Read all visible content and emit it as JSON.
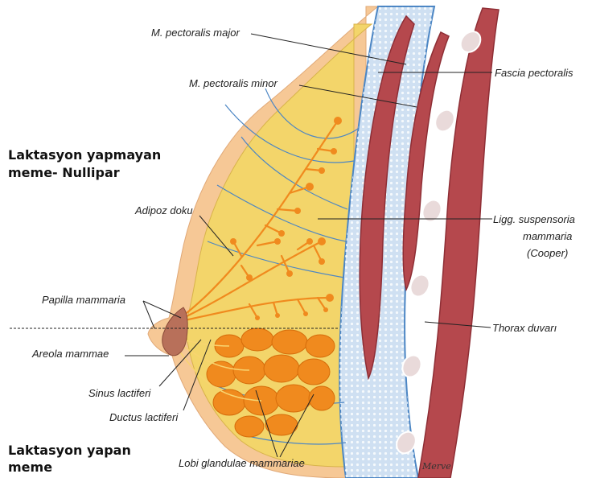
{
  "headings": {
    "nullipar_line1": "Laktasyon yapmayan",
    "nullipar_line2": "meme- Nullipar",
    "lactating_line1": "Laktasyon yapan",
    "lactating_line2": "meme"
  },
  "labels": {
    "pectoralis_major": "M. pectoralis major",
    "pectoralis_minor": "M. pectoralis minor",
    "fascia_pectoralis": "Fascia pectoralis",
    "adipoz_doku": "Adipoz doku",
    "cooper_line1": "Ligg. suspensoria",
    "cooper_line2": "mammaria",
    "cooper_line3": "(Cooper)",
    "papilla": "Papilla mammaria",
    "thorax": "Thorax duvarı",
    "areola": "Areola mammae",
    "sinus": "Sinus lactiferi",
    "ductus": "Ductus lactiferi",
    "lobi": "Lobi glandulae mammariae"
  },
  "signature": "Merve",
  "colors": {
    "skin": "#f6c896",
    "fat": "#f3d56a",
    "gland": "#f08a1e",
    "muscle": "#b5484d",
    "fascia_blue": "#4c86c4",
    "fascia_light": "#cfe0f2",
    "rib": "#e9dada"
  }
}
